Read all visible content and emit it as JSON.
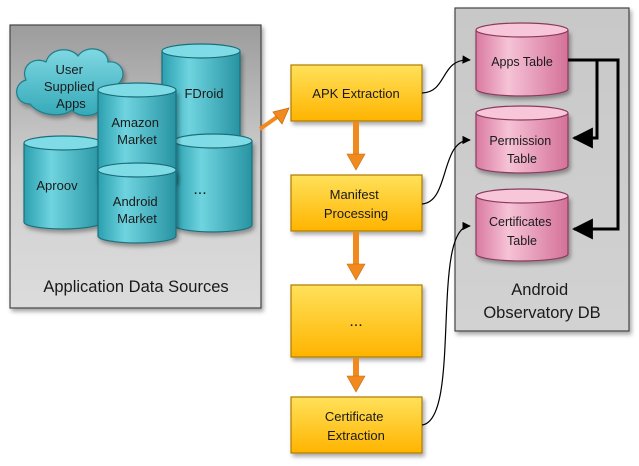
{
  "sources_panel": {
    "title": "Application Data Sources",
    "cloud_lines": [
      "User",
      "Supplied",
      "Apps"
    ],
    "cylinders": {
      "fdroid": [
        "FDroid"
      ],
      "amazon": [
        "Amazon",
        "Market"
      ],
      "aproov": [
        "Aproov"
      ],
      "android": [
        "Android",
        "Market"
      ],
      "ellipsis": [
        "..."
      ]
    }
  },
  "pipeline": {
    "steps": [
      [
        "APK Extraction"
      ],
      [
        "Manifest",
        "Processing"
      ],
      [
        "..."
      ],
      [
        "Certificate",
        "Extraction"
      ]
    ]
  },
  "db_panel": {
    "title_lines": [
      "Android",
      "Observatory DB"
    ],
    "tables": [
      [
        "Apps Table"
      ],
      [
        "Permission",
        "Table"
      ],
      [
        "Certificates",
        "Table"
      ]
    ]
  },
  "colors": {
    "panel_fill": "#d3d3d3",
    "cylinder_cyan": "#3fb6c3",
    "box_yellow": "#ffcc22",
    "arrow_orange": "#f08a1e",
    "table_pink": "#e496b3"
  }
}
